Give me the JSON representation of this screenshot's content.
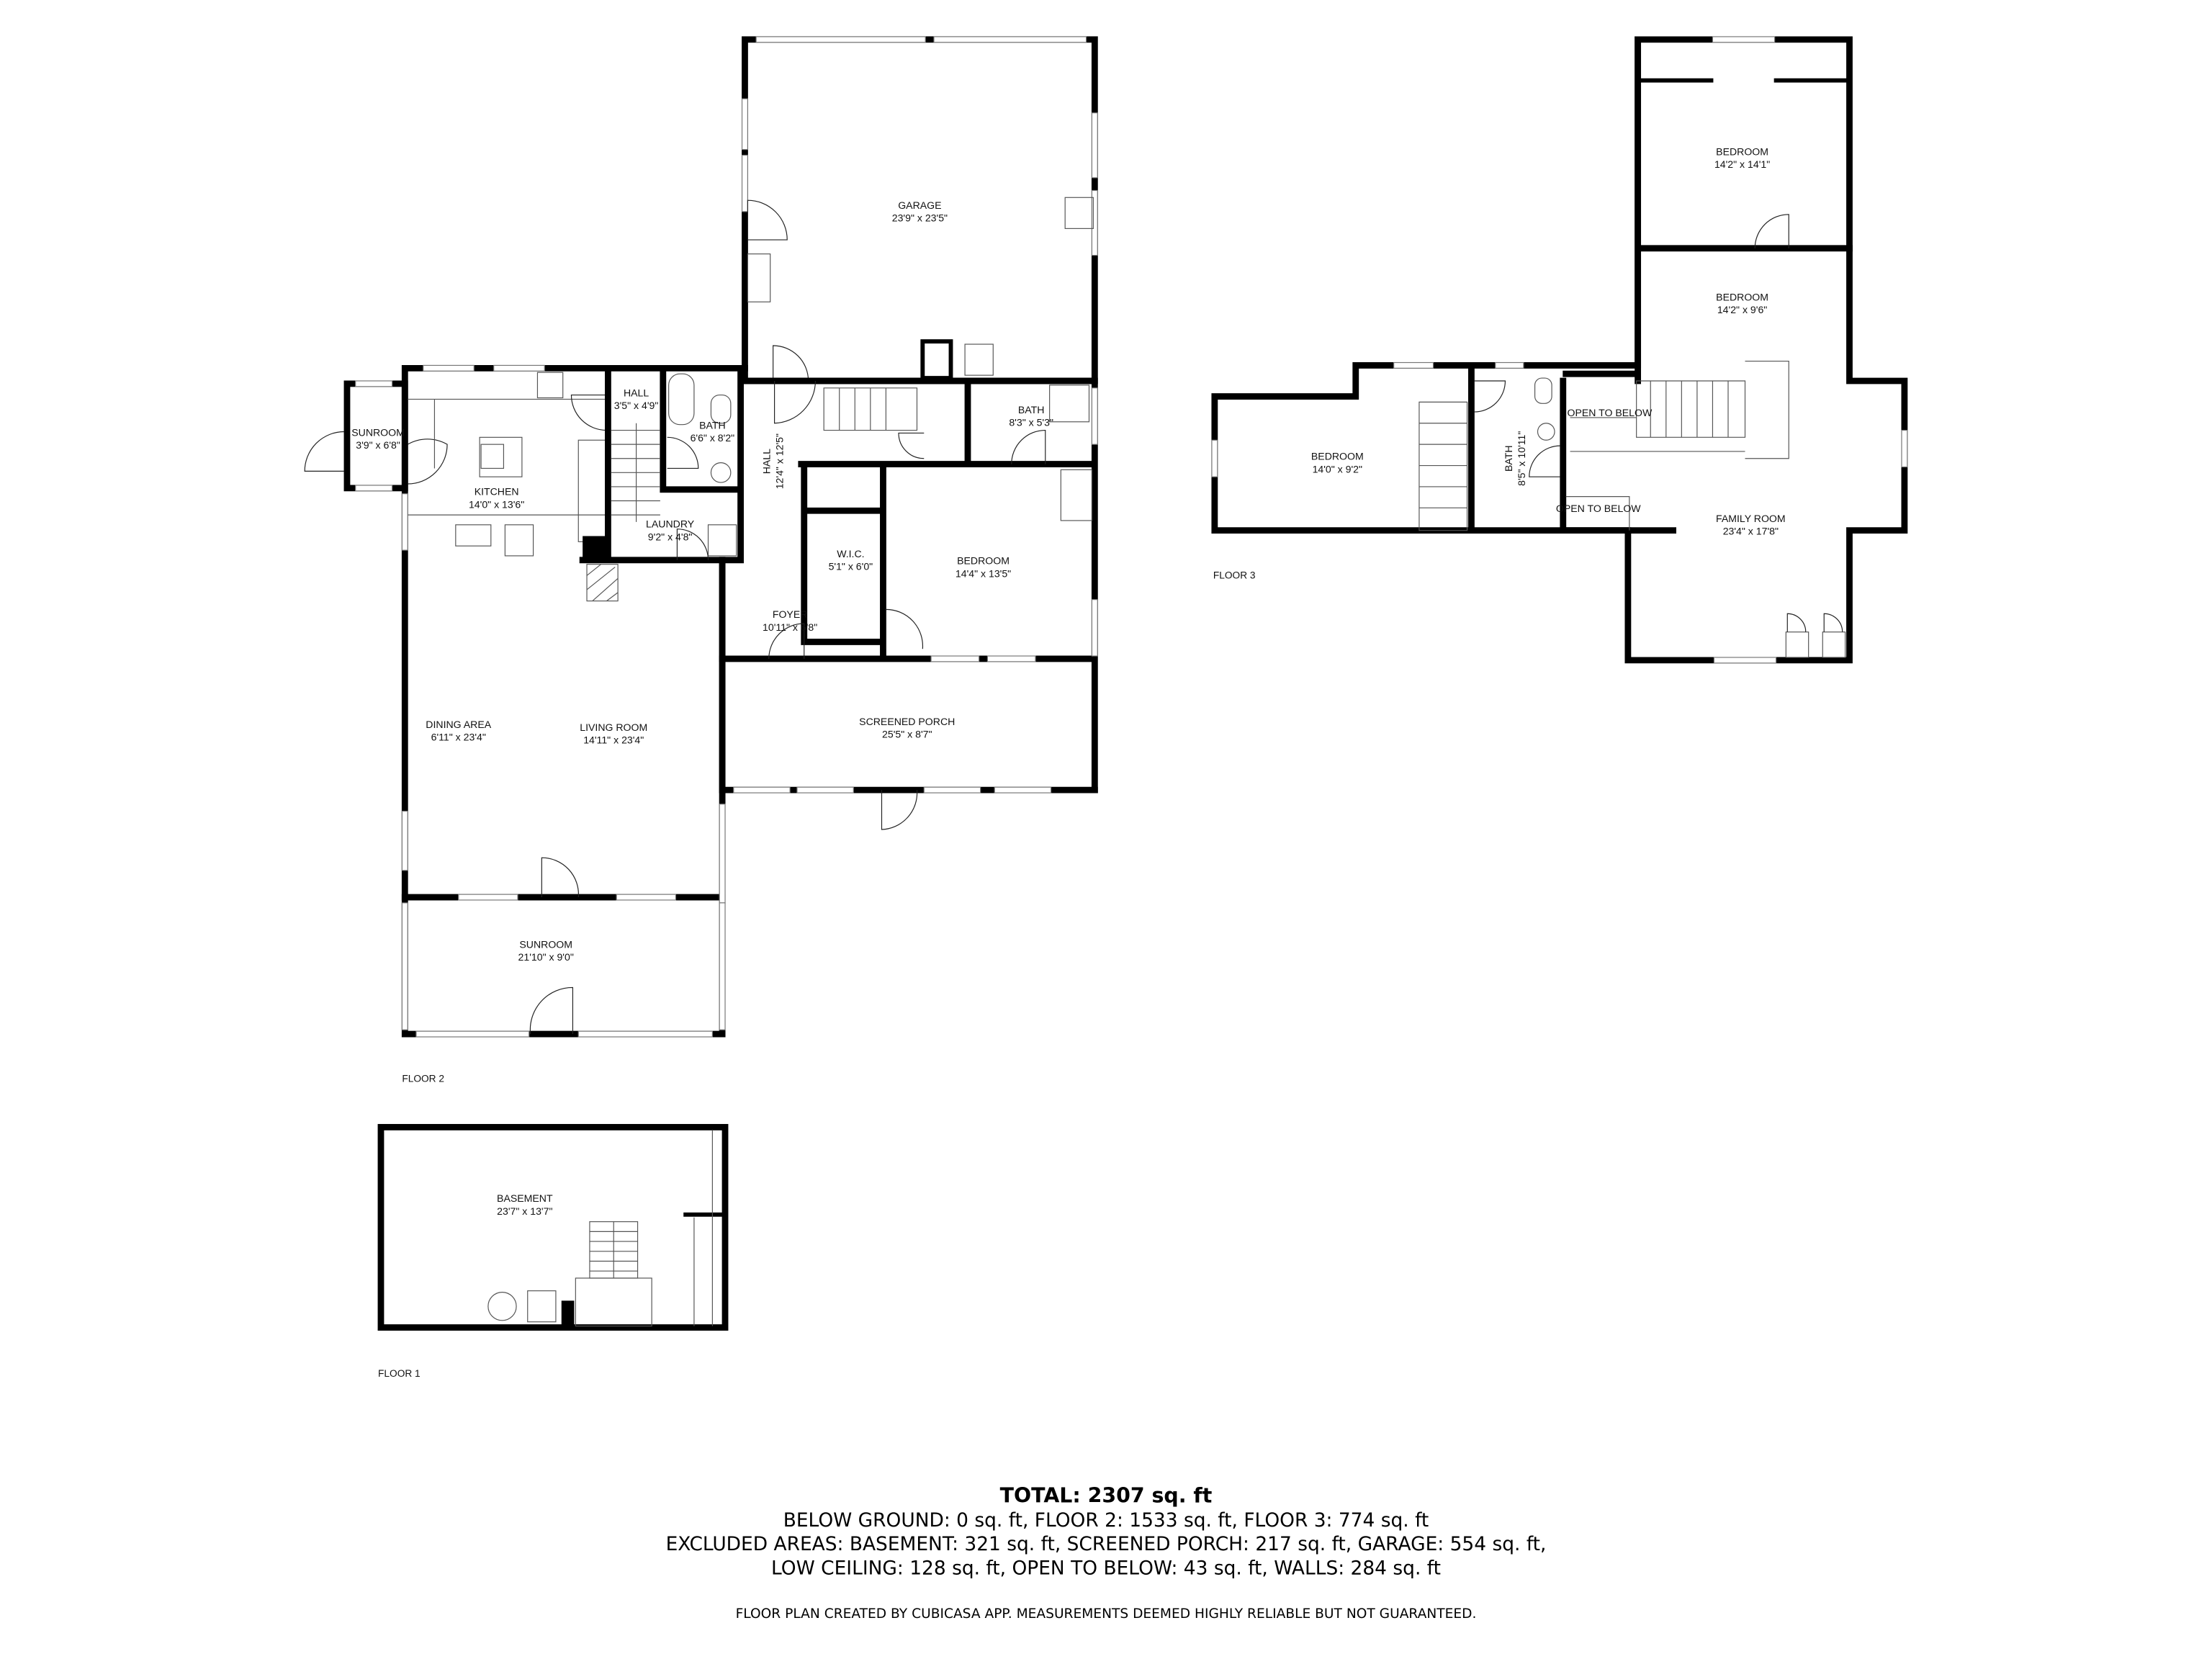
{
  "floor2": {
    "label": "FLOOR 2",
    "rooms": [
      {
        "name": "GARAGE",
        "size": "23'9\" x 23'5\""
      },
      {
        "name": "HALL",
        "size": "3'5\" x 4'9\""
      },
      {
        "name": "BATH",
        "size": "6'6\" x 8'2\""
      },
      {
        "name": "SUNROOM",
        "size": "3'9\" x 6'8\""
      },
      {
        "name": "KITCHEN",
        "size": "14'0\" x 13'6\""
      },
      {
        "name": "LAUNDRY",
        "size": "9'2\" x 4'8\""
      },
      {
        "name": "HALL",
        "size": "12'4\" x 12'5\""
      },
      {
        "name": "BATH",
        "size": "8'3\" x 5'3\""
      },
      {
        "name": "W.I.C.",
        "size": "5'1\" x 6'0\""
      },
      {
        "name": "BEDROOM",
        "size": "14'4\" x 13'5\""
      },
      {
        "name": "FOYER",
        "size": "10'11\" x 6'8\""
      },
      {
        "name": "DINING AREA",
        "size": "6'11\" x 23'4\""
      },
      {
        "name": "LIVING ROOM",
        "size": "14'11\" x 23'4\""
      },
      {
        "name": "SCREENED PORCH",
        "size": "25'5\" x 8'7\""
      },
      {
        "name": "SUNROOM",
        "size": "21'10\" x 9'0\""
      }
    ]
  },
  "floor1": {
    "label": "FLOOR 1",
    "rooms": [
      {
        "name": "BASEMENT",
        "size": "23'7\" x 13'7\""
      }
    ]
  },
  "floor3": {
    "label": "FLOOR 3",
    "rooms": [
      {
        "name": "BEDROOM",
        "size": "14'2\" x 14'1\""
      },
      {
        "name": "BEDROOM",
        "size": "14'2\" x 9'6\""
      },
      {
        "name": "BEDROOM",
        "size": "14'0\" x 9'2\""
      },
      {
        "name": "BATH",
        "size": "8'5\" x 10'11\""
      },
      {
        "name": "FAMILY ROOM",
        "size": "23'4\" x 17'8\""
      }
    ],
    "open_to_below": [
      "OPEN TO BELOW",
      "OPEN TO BELOW"
    ]
  },
  "summary": {
    "total": "TOTAL: 2307 sq. ft",
    "line1": "BELOW GROUND: 0 sq. ft, FLOOR 2: 1533 sq. ft, FLOOR 3: 774 sq. ft",
    "line2": "EXCLUDED AREAS: BASEMENT: 321 sq. ft, SCREENED PORCH: 217 sq. ft, GARAGE: 554 sq. ft,",
    "line3": "LOW CEILING: 128 sq. ft, OPEN TO BELOW: 43 sq. ft, WALLS: 284 sq. ft",
    "credit": "FLOOR PLAN CREATED BY CUBICASA APP. MEASUREMENTS DEEMED HIGHLY RELIABLE BUT NOT GUARANTEED."
  }
}
